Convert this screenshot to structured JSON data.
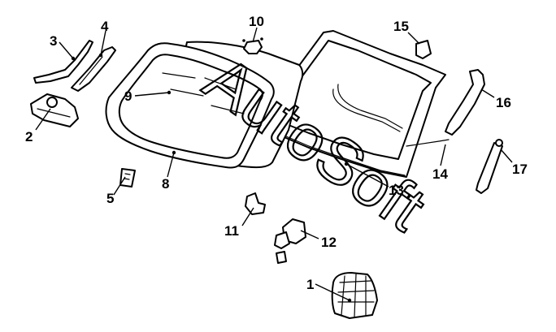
{
  "diagram": {
    "watermark": "AutoSoft",
    "callouts": [
      {
        "id": "c1",
        "label": "1"
      },
      {
        "id": "c2",
        "label": "2"
      },
      {
        "id": "c3",
        "label": "3"
      },
      {
        "id": "c4",
        "label": "4"
      },
      {
        "id": "c5",
        "label": "5"
      },
      {
        "id": "c8",
        "label": "8"
      },
      {
        "id": "c9",
        "label": "9"
      },
      {
        "id": "c10",
        "label": "10"
      },
      {
        "id": "c11",
        "label": "11"
      },
      {
        "id": "c12",
        "label": "12"
      },
      {
        "id": "c13",
        "label": "13"
      },
      {
        "id": "c14",
        "label": "14"
      },
      {
        "id": "c15",
        "label": "15"
      },
      {
        "id": "c16",
        "label": "16"
      },
      {
        "id": "c17",
        "label": "17"
      }
    ],
    "colors": {
      "line": "#000000",
      "background": "#ffffff"
    }
  }
}
